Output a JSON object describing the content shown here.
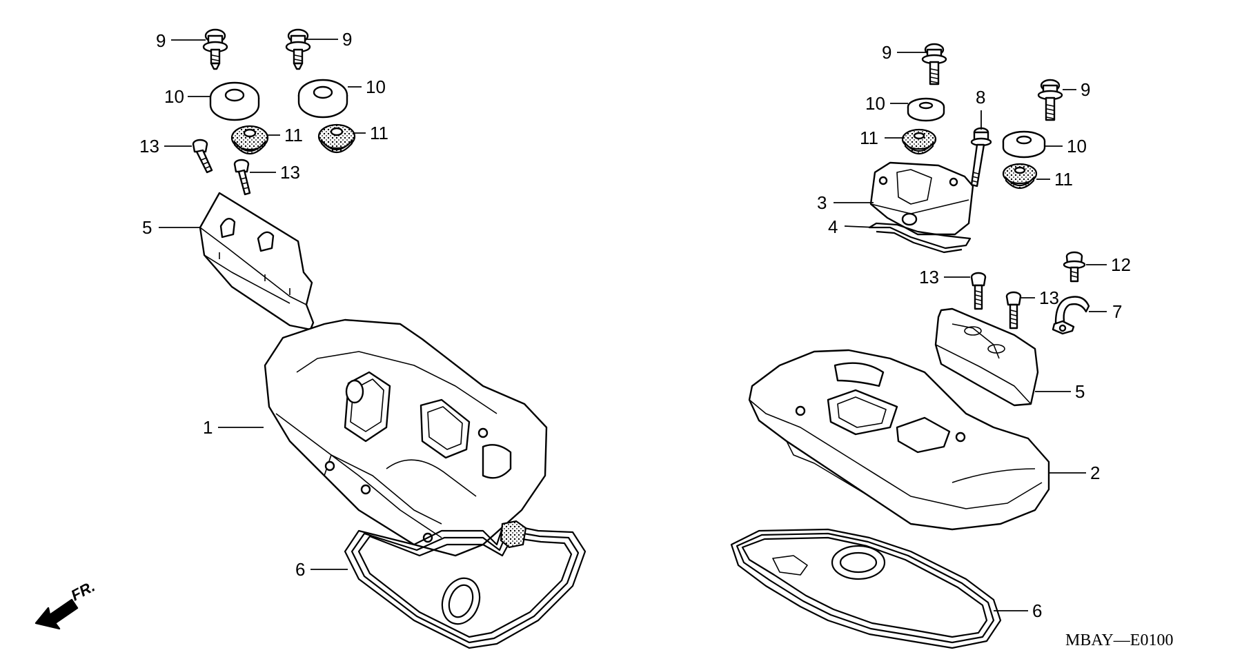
{
  "diagram": {
    "code": "MBAY—E0100",
    "direction_label": "FR.",
    "callouts": {
      "c1": "1",
      "c2": "2",
      "c3": "3",
      "c4": "4",
      "c5_left": "5",
      "c5_right": "5",
      "c6_left": "6",
      "c6_right": "6",
      "c7": "7",
      "c8": "8",
      "c9_left_a": "9",
      "c9_left_b": "9",
      "c9_right_a": "9",
      "c9_right_b": "9",
      "c10_left_a": "10",
      "c10_left_b": "10",
      "c10_right_a": "10",
      "c10_right_b": "10",
      "c11_left_a": "11",
      "c11_left_b": "11",
      "c11_right_a": "11",
      "c11_right_b": "11",
      "c12": "12",
      "c13_left_a": "13",
      "c13_left_b": "13",
      "c13_right_a": "13",
      "c13_right_b": "13"
    }
  }
}
